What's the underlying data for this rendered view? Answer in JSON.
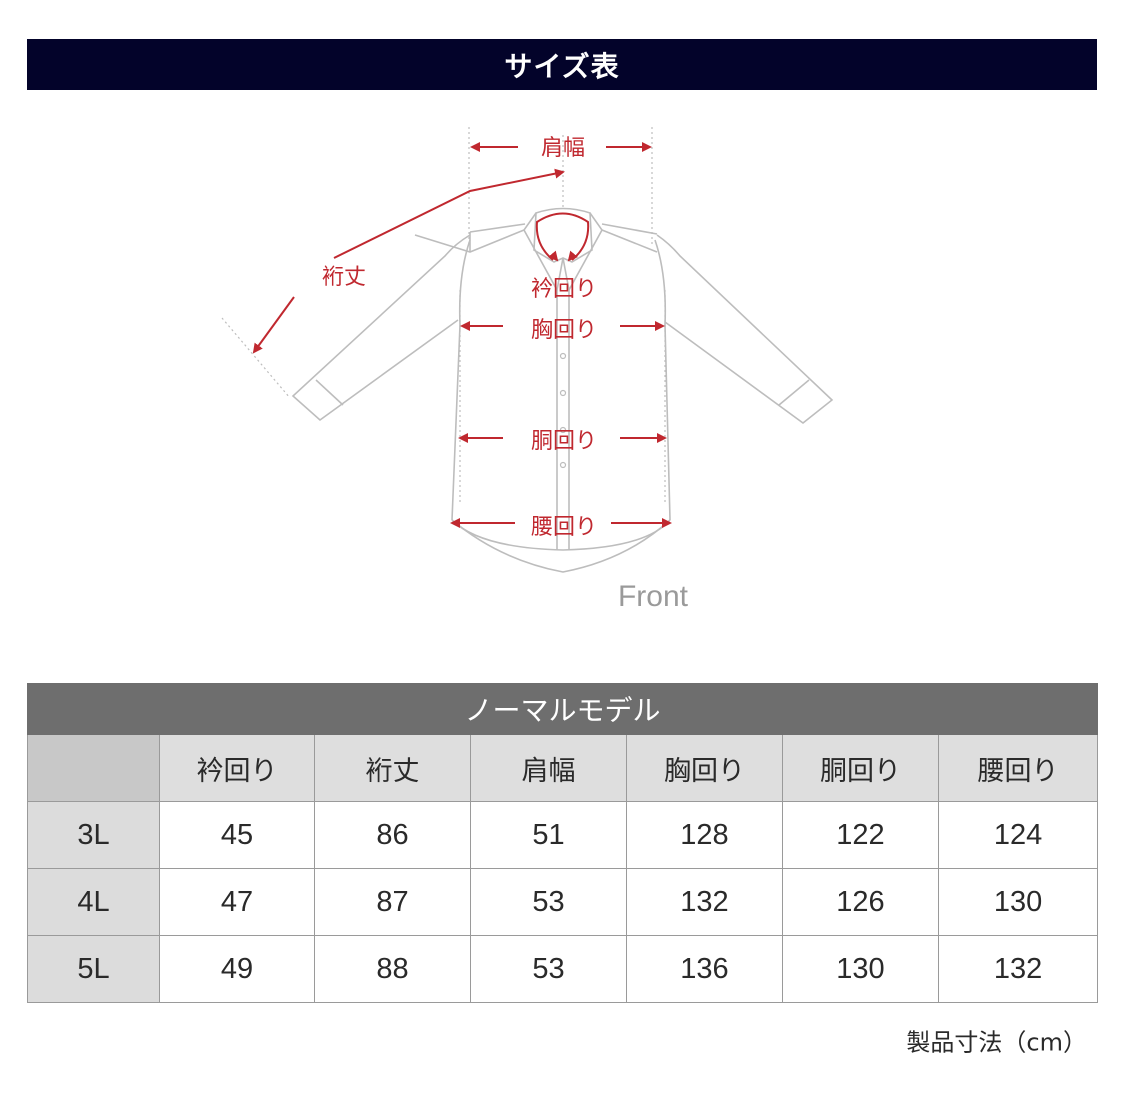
{
  "header": {
    "title": "サイズ表"
  },
  "diagram": {
    "view_label": "Front",
    "labels": {
      "shoulder_width": "肩幅",
      "sleeve_length": "裄丈",
      "neck": "衿回り",
      "chest": "胸回り",
      "waist": "胴回り",
      "hip": "腰回り"
    },
    "colors": {
      "annotation": "#c0282f",
      "outline": "#bdbdbd"
    }
  },
  "table": {
    "caption": "ノーマルモデル",
    "columns": [
      "",
      "衿回り",
      "裄丈",
      "肩幅",
      "胸回り",
      "胴回り",
      "腰回り"
    ],
    "rows": [
      {
        "size": "3L",
        "values": [
          "45",
          "86",
          "51",
          "128",
          "122",
          "124"
        ]
      },
      {
        "size": "4L",
        "values": [
          "47",
          "87",
          "53",
          "132",
          "126",
          "130"
        ]
      },
      {
        "size": "5L",
        "values": [
          "49",
          "88",
          "53",
          "136",
          "130",
          "132"
        ]
      }
    ]
  },
  "footer": {
    "unit_note": "製品寸法（cm）"
  },
  "colors": {
    "title_bar": "#03032a",
    "caption_bar": "#6e6e6e",
    "header_cells": "#dedede"
  }
}
